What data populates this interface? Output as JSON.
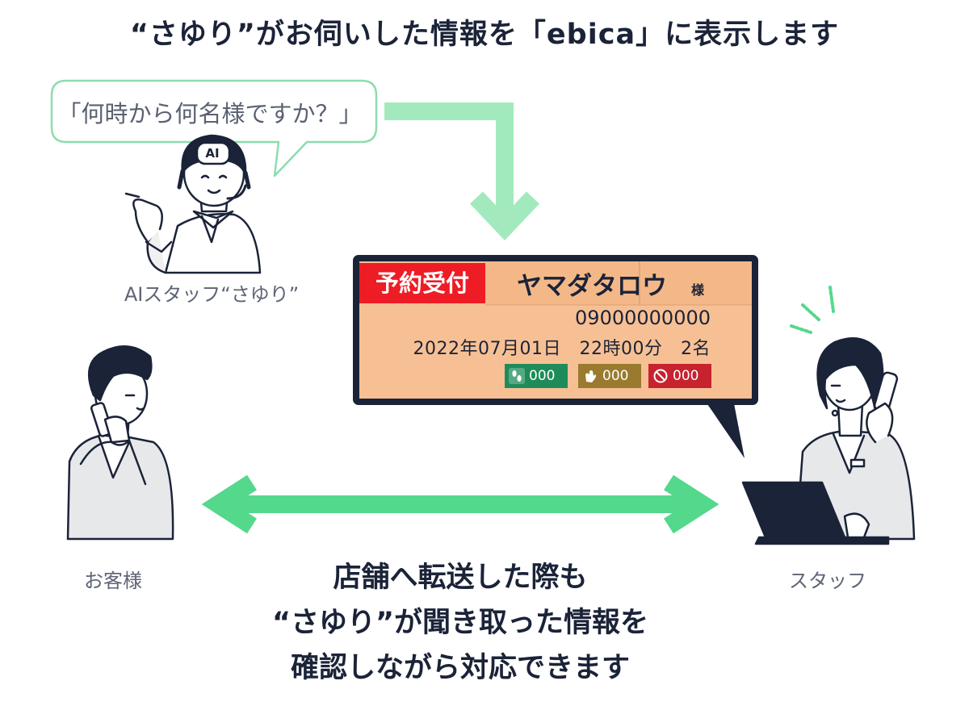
{
  "title": "“さゆり”がお伺いした情報を「ebica」に表示します",
  "speech_bubble": "「何時から何名様ですか？」",
  "ai_staff": {
    "caption": "AIスタッフ“さゆり”",
    "badge": "AI"
  },
  "customer": {
    "caption": "お客様"
  },
  "staff": {
    "caption": "スタッフ"
  },
  "reservation_card": {
    "title": "予約受付",
    "name": "ヤマダタロウ",
    "name_suffix": "様",
    "phone": "09000000000",
    "datetime": "2022年07月01日　22時00分　2名",
    "badges": [
      {
        "icon": "footprints-icon",
        "value": "000",
        "color": "#1e8c5a"
      },
      {
        "icon": "clapping-hands-icon",
        "value": "000",
        "color": "#9a7a2e"
      },
      {
        "icon": "prohibited-icon",
        "value": "000",
        "color": "#c6232f"
      }
    ],
    "background_color": "#f7c094"
  },
  "bottom_message": {
    "line1": "店舗へ転送した際も",
    "line2": "“さゆり”が聞き取った情報を",
    "line3": "確認しながら対応できます"
  },
  "colors": {
    "accent_green": "#54d88c",
    "pale_green": "#a2eabd",
    "navy": "#1b2338",
    "card_red": "#ee1c25"
  }
}
